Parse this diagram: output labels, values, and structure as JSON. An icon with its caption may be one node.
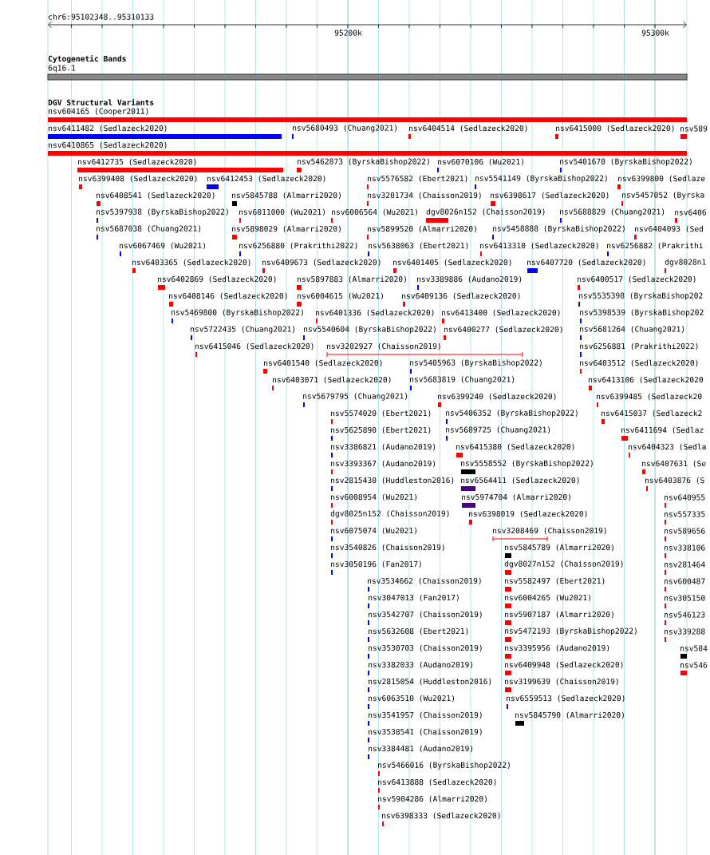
{
  "diagram": {
    "labels": [
      "chr6:95102348..95310133",
      "95200k",
      "95300k",
      "Cytogenetic Bands",
      "6q16.1",
      "DGV Structural Variants",
      "nsv604165 (Cooper2011)",
      "nsv6411482 (Sedlazeck2020)",
      "nsv5680493 (Chuang2021)",
      "nsv6404514 (Sedlazeck2020)",
      "nsv6415000 (Sedlazeck2020)",
      "nsv589",
      "nsv6410865 (Sedlazeck2020)",
      "nsv6412735 (Sedlazeck2020)",
      "nsv5462873 (ByrskaBishop2022)",
      "nsv6070106 (Wu2021)",
      "nsv5401670 (ByrskaBishop2022)",
      "nsv6399408 (Sedlazeck2020)",
      "nsv6412453 (Sedlazeck2020)",
      "nsv5576582 (Ebert2021)",
      "nsv5541149 (ByrskaBishop2022)",
      "nsv6399800 (Sedlaze",
      "nsv6408541 (Sedlazeck2020)",
      "nsv5845788 (Almarri2020)",
      "nsv3201734 (Chaisson2019)",
      "nsv6398617 (Sedlazeck2020)",
      "nsv5457052 (Byrska",
      "nsv5397938 (ByrskaBishop2022)",
      "nsv6011000 (Wu2021)",
      "nsv6006564 (Wu2021)",
      "dgv8026n152 (Chaisson2019)",
      "nsv5688829 (Chuang2021)",
      "nsv6406",
      "nsv5687038 (Chuang2021)",
      "nsv5898029 (Almarri2020)",
      "nsv5899520 (Almarri2020)",
      "nsv5458888 (ByrskaBishop2022)",
      "nsv6404093 (Sed",
      "nsv6067469 (Wu2021)",
      "nsv6256880 (Prakrithi2022)",
      "nsv5638063 (Ebert2021)",
      "nsv6413310 (Sedlazeck2020)",
      "nsv6256882 (Prakrithi",
      "nsv6403365 (Sedlazeck2020)",
      "nsv6409673 (Sedlazeck2020)",
      "nsv6401405 (Sedlazeck2020)",
      "nsv6407720 (Sedlazeck2020)",
      "dgv8028n1",
      "nsv6402869 (Sedlazeck2020)",
      "nsv5897883 (Almarri2020)",
      "nsv3389886 (Audano2019)",
      "nsv6400517 (Sedlazeck2020)",
      "nsv6408146 (Sedlazeck2020)",
      "nsv6004615 (Wu2021)",
      "nsv6409136 (Sedlazeck2020)",
      "nsv5535398 (ByrskaBishop202",
      "nsv5469800 (ByrskaBishop2022)",
      "nsv6401336 (Sedlazeck2020)",
      "nsv6413400 (Sedlazeck2020)",
      "nsv5398539 (ByrskaBishop202",
      "nsv5722435 (Chuang2021)",
      "nsv5540604 (ByrskaBishop2022)",
      "nsv6400277 (Sedlazeck2020)",
      "nsv5681264 (Chuang2021)",
      "nsv6415046 (Sedlazeck2020)",
      "nsv3202927 (Chaisson2019)",
      "nsv6256881 (Prakrithi2022)",
      "nsv6401540 (Sedlazeck2020)",
      "nsv5405963 (ByrskaBishop2022)",
      "nsv6403512 (Sedlazeck2020)",
      "nsv6403071 (Sedlazeck2020)",
      "nsv5683819 (Chuang2021)",
      "nsv6413106 (Sedlazeck2020",
      "nsv5679795 (Chuang2021)",
      "nsv6399240 (Sedlazeck2020)",
      "nsv6399485 (Sedlazeck20",
      "nsv5574020 (Ebert2021)",
      "nsv5406352 (ByrskaBishop2022)",
      "nsv6415037 (Sedlazeck2",
      "nsv5625890 (Ebert2021)",
      "nsv5689725 (Chuang2021)",
      "nsv6411694 (Sedlaz",
      "nsv3386821 (Audano2019)",
      "nsv6415380 (Sedlazeck2020)",
      "nsv6404323 (Sedla",
      "nsv3393367 (Audano2019)",
      "nsv5558552 (ByrskaBishop2022)",
      "nsv6407631 (Se",
      "nsv2815430 (Huddleston2016)",
      "nsv6564411 (Sedlazeck2020)",
      "nsv6403876 (S",
      "nsv6008954 (Wu2021)",
      "nsv5974704 (Almarri2020)",
      "nsv640955",
      "dgv8025n152 (Chaisson2019)",
      "nsv6398019 (Sedlazeck2020)",
      "nsv557335",
      "nsv6075074 (Wu2021)",
      "nsv3208469 (Chaisson2019)",
      "nsv589656",
      "nsv3540826 (Chaisson2019)",
      "nsv5845789 (Almarri2020)",
      "nsv338106",
      "nsv3050196 (Fan2017)",
      "dgv8027n152 (Chaisson2019)",
      "nsv281464",
      "nsv3534662 (Chaisson2019)",
      "nsv5582497 (Ebert2021)",
      "nsv600487",
      "nsv3047013 (Fan2017)",
      "nsv6004265 (Wu2021)",
      "nsv305150",
      "nsv3542707 (Chaisson2019)",
      "nsv5907187 (Almarri2020)",
      "nsv546123",
      "nsv5632608 (Ebert2021)",
      "nsv5472193 (ByrskaBishop2022)",
      "nsv339288",
      "nsv3530703 (Chaisson2019)",
      "nsv3395956 (Audano2019)",
      "nsv584",
      "nsv3382033 (Audano2019)",
      "nsv6409948 (Sedlazeck2020)",
      "nsv546",
      "nsv2815054 (Huddleston2016)",
      "nsv3199639 (Chaisson2019)",
      "nsv6063510 (Wu2021)",
      "nsv6559513 (Sedlazeck2020)",
      "nsv3541957 (Chaisson2019)",
      "nsv5845790 (Almarri2020)",
      "nsv3538541 (Chaisson2019)",
      "nsv3384481 (Audano2019)",
      "nsv5466016 (ByrskaBishop2022)",
      "nsv6413888 (Sedlazeck2020)",
      "nsv5904286 (Almarri2020)",
      "nsv6398333 (Sedlazeck2020)"
    ]
  }
}
